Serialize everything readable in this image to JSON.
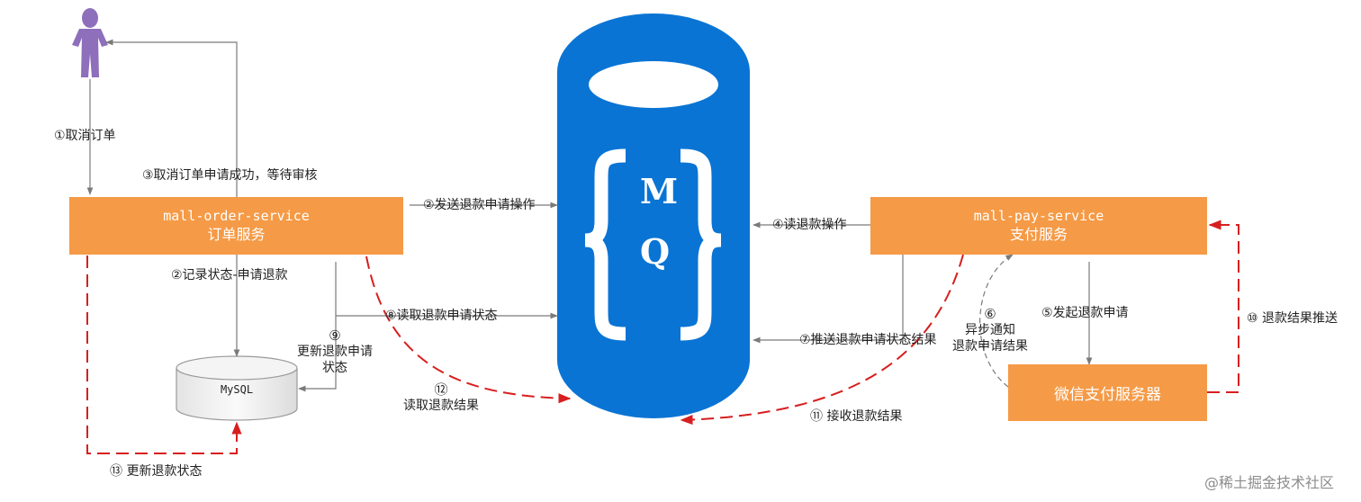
{
  "services": {
    "order": {
      "name": "mall-order-service",
      "title": "订单服务"
    },
    "pay": {
      "name": "mall-pay-service",
      "title": "支付服务"
    },
    "wechat": {
      "title": "微信支付服务器"
    }
  },
  "mq": {
    "letter1": "M",
    "letter2": "Q"
  },
  "db": {
    "label": "MySQL"
  },
  "steps": {
    "s1": "①取消订单",
    "s2": "②发送退款申请操作",
    "s2b": "②记录状态-申请退款",
    "s3": "③取消订单申请成功，等待审核",
    "s4": "④读退款操作",
    "s5": "⑤发起退款申请",
    "s6_num": "⑥",
    "s6_line1": "异步通知",
    "s6_line2": "退款申请结果",
    "s7": "⑦推送退款申请状态结果",
    "s8": "⑧读取退款申请状态",
    "s9_num": "⑨",
    "s9_line1": "更新退款申请",
    "s9_line2": "状态",
    "s10": "⑩ 退款结果推送",
    "s11": "⑪ 接收退款结果",
    "s12_num": "⑫",
    "s12_text": "读取退款结果",
    "s13": "⑬ 更新退款状态"
  },
  "watermark": "@稀土掘金技术社区",
  "colors": {
    "box": "#f59a46",
    "mq": "#0a74d4",
    "arrow": "#7a7a7a",
    "dashed": "#d71f1f",
    "user": "#8e6fbb"
  }
}
